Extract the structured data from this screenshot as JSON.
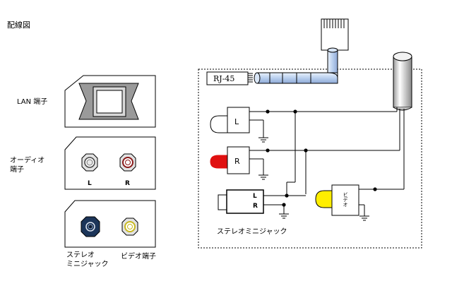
{
  "title": "配線図",
  "left_panel": {
    "lan_label": "LAN 端子",
    "audio_label_line1": "オーディオ",
    "audio_label_line2": "端子",
    "audio_l": "L",
    "audio_r": "R",
    "stereo_label_line1": "ステレオ",
    "stereo_label_line2": "ミニジャック",
    "video_label": "ビデオ端子"
  },
  "wiring": {
    "rj45_label": "RJ-45",
    "l_label": "L",
    "r_label": "R",
    "mini_l": "L",
    "mini_r": "R",
    "video_text": "ビデオ",
    "stereo_mini_label": "ステレオミニジャック"
  },
  "colors": {
    "red_plug": "#e01010",
    "yellow_plug": "#ffee00",
    "cable_blue": "#c6d8f0",
    "jack_navy": "#1c3559",
    "audio_r_ring": "#8a1a1a",
    "video_ring": "#c8b820"
  }
}
